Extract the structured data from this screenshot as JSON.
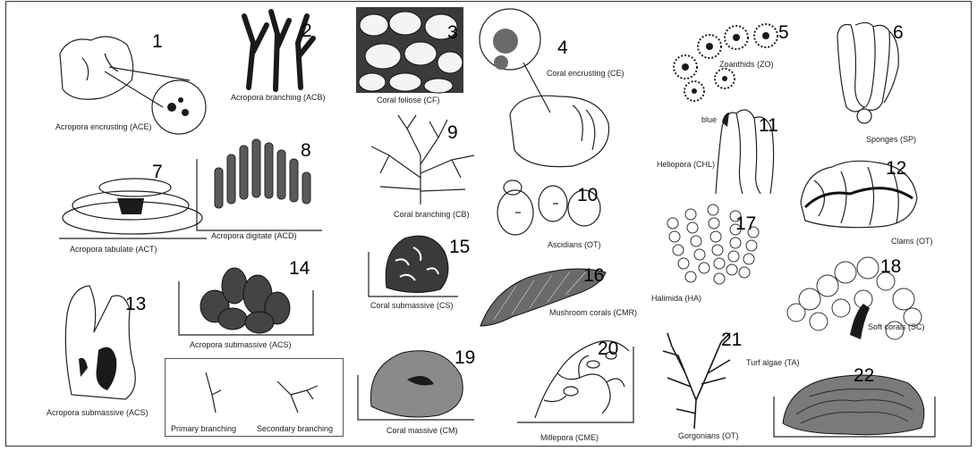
{
  "labels": {
    "n1": "1",
    "n2": "2",
    "n3": "3",
    "n4": "4",
    "n5": "5",
    "n6": "6",
    "n7": "7",
    "n8": "8",
    "n9": "9",
    "n10": "10",
    "n11": "11",
    "n12": "12",
    "n13": "13",
    "n14": "14",
    "n15": "15",
    "n16": "16",
    "n17": "17",
    "n18": "18",
    "n19": "19",
    "n20": "20",
    "n21": "21",
    "n22": "22"
  },
  "captions": {
    "ace": "Acropora encrusting (ACE)",
    "acb": "Acropora branching (ACB)",
    "cf": "Coral foliose (CF)",
    "ce": "Coral encrusting (CE)",
    "zo": "Zoanthids (ZO)",
    "sp": "Sponges (SP)",
    "blue": "blue",
    "chl": "Heliopora (CHL)",
    "cb": "Coral branching (CB)",
    "act": "Acropora tabulate (ACT)",
    "acd": "Acropora digitate (ACD)",
    "ot_ascidians": "Ascidians (OT)",
    "ot_clams": "Clams (OT)",
    "cs": "Coral submassive (CS)",
    "cmr": "Mushroom corals (CMR)",
    "ha": "Halimida (HA)",
    "sc": "Soft corals (SC)",
    "acs_14": "Acropora submassive (ACS)",
    "acs_13": "Acropora submassive (ACS)",
    "primary": "Primary branching",
    "secondary": "Secondary branching",
    "cm": "Coral massive (CM)",
    "cme": "Millepora (CME)",
    "ot_gorgonians": "Gorgonians (OT)",
    "ta": "Turf algae (TA)"
  }
}
